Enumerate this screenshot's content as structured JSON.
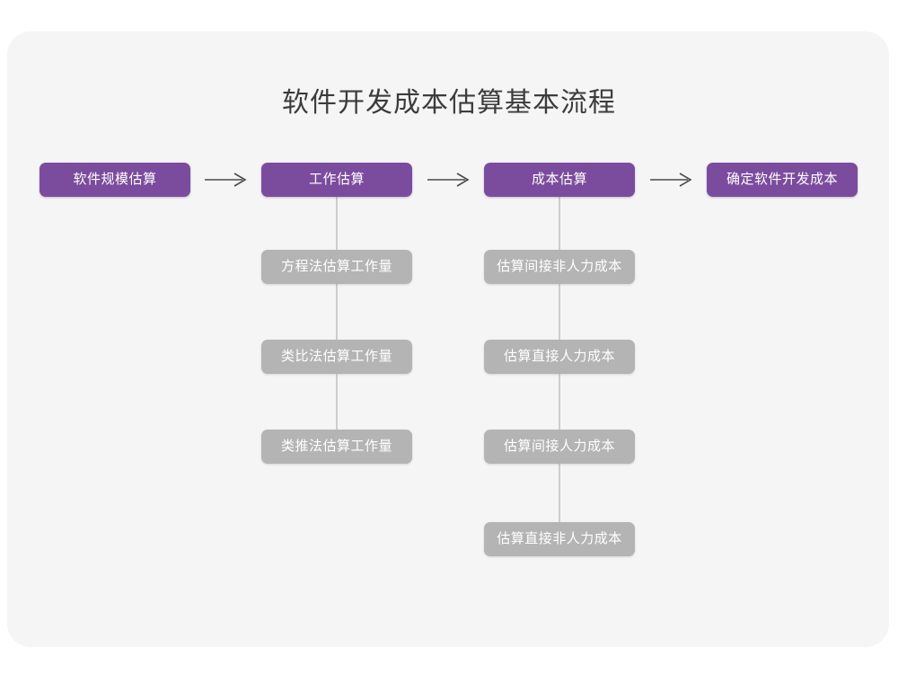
{
  "page": {
    "title": "软件开发成本估算基本流程",
    "background_color": "#ffffff",
    "card_color": "#f5f5f6",
    "primary_color": "#7b4c9e",
    "sub_color": "#b4b4b4",
    "connector_color": "#cdcdcd",
    "arrow_color": "#4a4a4a",
    "title_color": "#3c3c3c"
  },
  "flow": {
    "steps": [
      {
        "label": "软件规模估算",
        "children": []
      },
      {
        "label": "工作估算",
        "children": [
          {
            "label": "方程法估算工作量"
          },
          {
            "label": "类比法估算工作量"
          },
          {
            "label": "类推法估算工作量"
          }
        ]
      },
      {
        "label": "成本估算",
        "children": [
          {
            "label": "估算间接非人力成本"
          },
          {
            "label": "估算直接人力成本"
          },
          {
            "label": "估算间接人力成本"
          },
          {
            "label": "估算直接非人力成本"
          }
        ]
      },
      {
        "label": "确定软件开发成本",
        "children": []
      }
    ],
    "arrows": [
      {
        "name": "arrow-step1-step2"
      },
      {
        "name": "arrow-step2-step3"
      },
      {
        "name": "arrow-step3-step4"
      }
    ]
  }
}
